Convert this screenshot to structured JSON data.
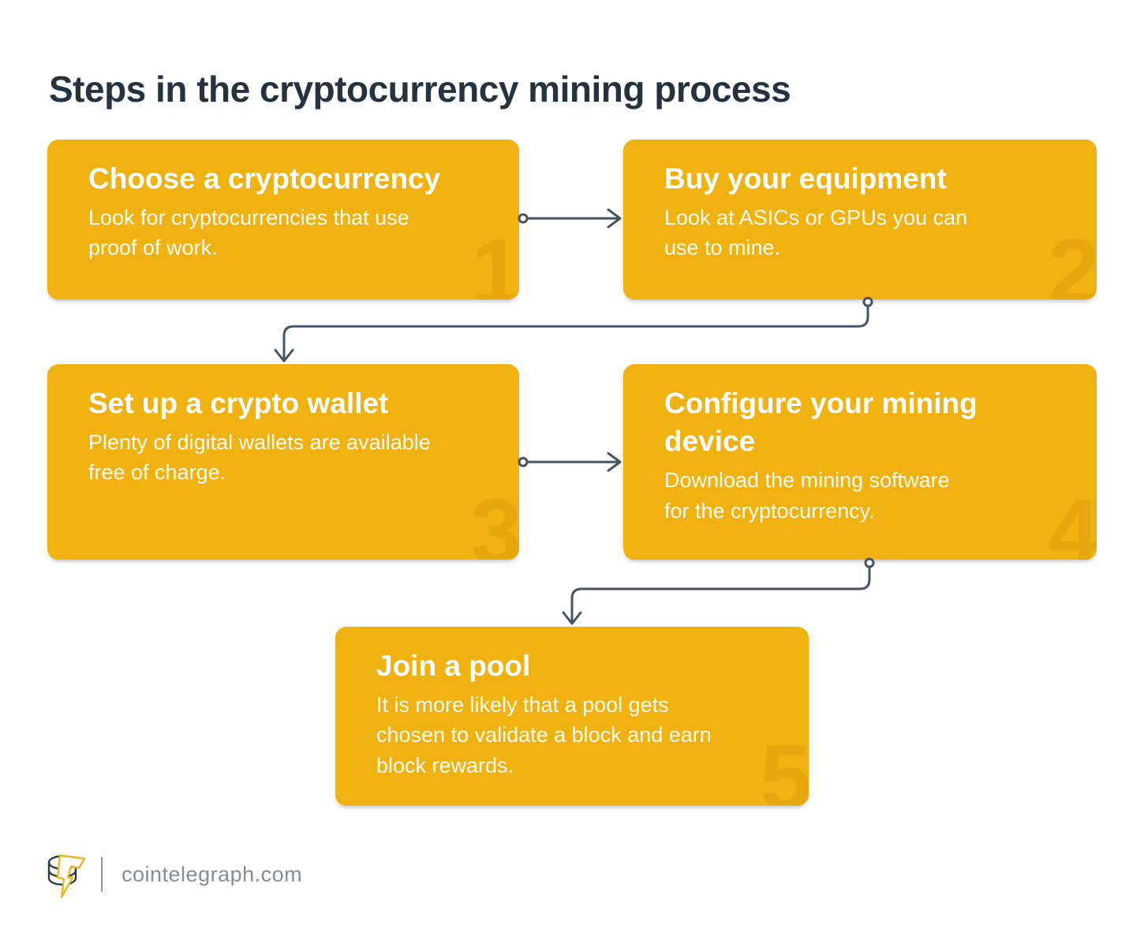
{
  "title": "Steps in the cryptocurrency mining process",
  "steps": [
    {
      "number": "1",
      "heading": "Choose a cryptocurrency",
      "body": "Look for cryptocurrencies that use\nproof of work."
    },
    {
      "number": "2",
      "heading": "Buy your equipment",
      "body": "Look at ASICs or GPUs you can\nuse to mine."
    },
    {
      "number": "3",
      "heading": "Set up a crypto wallet",
      "body": "Plenty of digital wallets are available\nfree of charge."
    },
    {
      "number": "4",
      "heading": "Configure your mining\ndevice",
      "body": "Download the mining software\nfor the cryptocurrency."
    },
    {
      "number": "5",
      "heading": "Join a pool",
      "body": "It is more likely that a pool gets\nchosen to validate a block and earn\nblock rewards."
    }
  ],
  "footer": {
    "site": "cointelegraph.com",
    "logo_icon": "cointelegraph-coin-bolt-logo"
  },
  "colors": {
    "card_background": "#F0B211",
    "card_number": "#E5A80D",
    "title_text": "#26333E",
    "card_text": "#FFFFFF",
    "connector": "#47545F",
    "footer_text": "#848E95",
    "logo_bolt": "#F2B418",
    "logo_coins": "#2F3B44"
  }
}
